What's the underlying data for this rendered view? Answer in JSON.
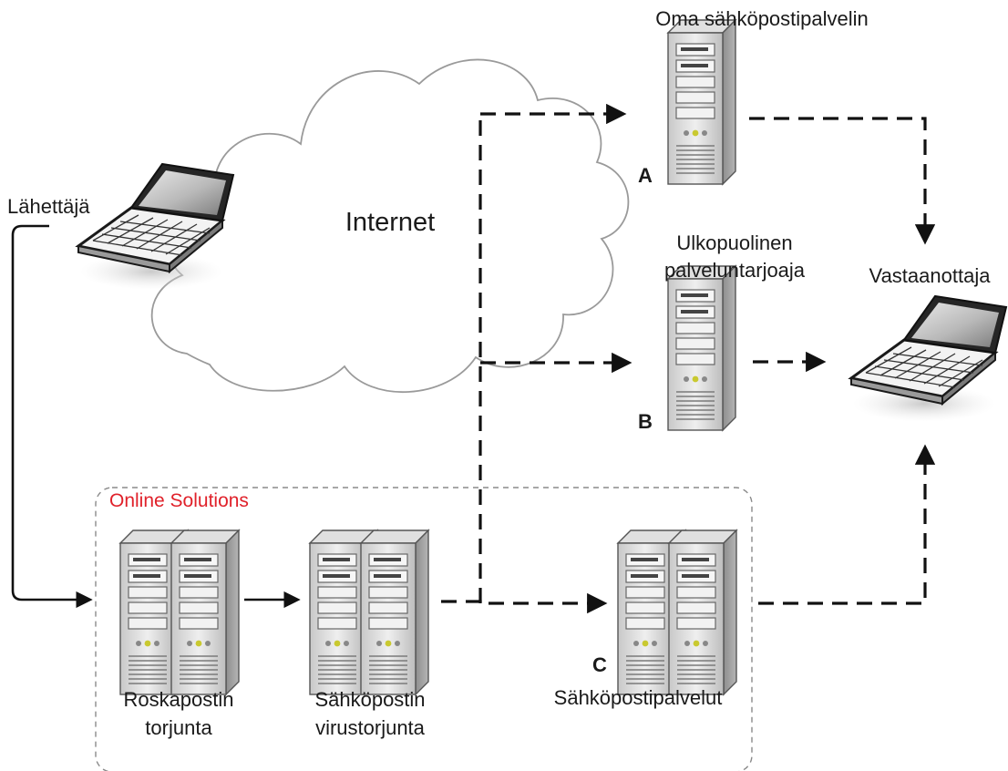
{
  "labels": {
    "internet": "Internet",
    "sender": "Lähettäjä",
    "own_server": "Oma sähköpostipalvelin",
    "external_provider_line1": "Ulkopuolinen",
    "external_provider_line2": "palveluntarjoaja",
    "recipient": "Vastaanottaja",
    "online_solutions": "Online Solutions",
    "spam_line1": "Roskapostin",
    "spam_line2": "torjunta",
    "virus_line1": "Sähköpostin",
    "virus_line2": "virustorjunta",
    "email_services": "Sähköpostipalvelut",
    "marker_a": "A",
    "marker_b": "B",
    "marker_c": "C"
  },
  "colors": {
    "accent_red": "#e0212a",
    "line": "#111111",
    "server_body": "#d4d4d4",
    "cloud_stroke": "#9a9a9a"
  },
  "icons": [
    "cloud-icon",
    "laptop-icon",
    "server-icon",
    "server-pair-icon",
    "arrow-icon"
  ]
}
